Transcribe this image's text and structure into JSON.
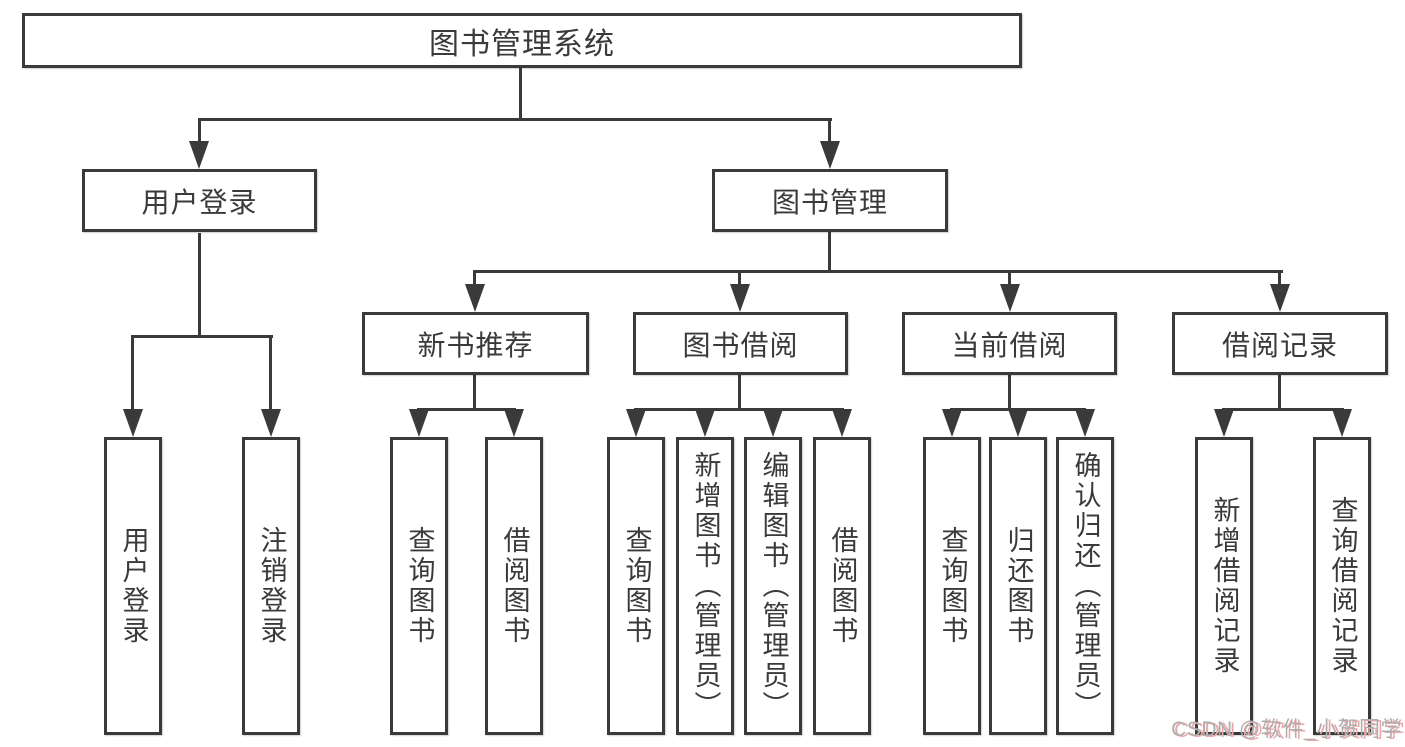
{
  "root": {
    "label": "图书管理系统"
  },
  "level2": {
    "login": {
      "label": "用户登录"
    },
    "management": {
      "label": "图书管理"
    }
  },
  "level3": {
    "recommend": {
      "label": "新书推荐"
    },
    "borrow": {
      "label": "图书借阅"
    },
    "current": {
      "label": "当前借阅"
    },
    "records": {
      "label": "借阅记录"
    }
  },
  "leaves": {
    "login": [
      "用户登录",
      "注销登录"
    ],
    "recommend": [
      "查询图书",
      "借阅图书"
    ],
    "borrow": [
      "查询图书",
      "新增图书（管理员）",
      "编辑图书（管理员）",
      "借阅图书"
    ],
    "current": [
      "查询图书",
      "归还图书",
      "确认归还（管理员）"
    ],
    "records": [
      "新增借阅记录",
      "查询借阅记录"
    ]
  },
  "watermark": "CSDN @软件_小贺同学",
  "colors": {
    "line": "#3a3a3a",
    "text": "#3a3a3a",
    "background": "#ffffff",
    "watermark_gray": "#aeaeae",
    "watermark_red": "#eba8a8"
  }
}
